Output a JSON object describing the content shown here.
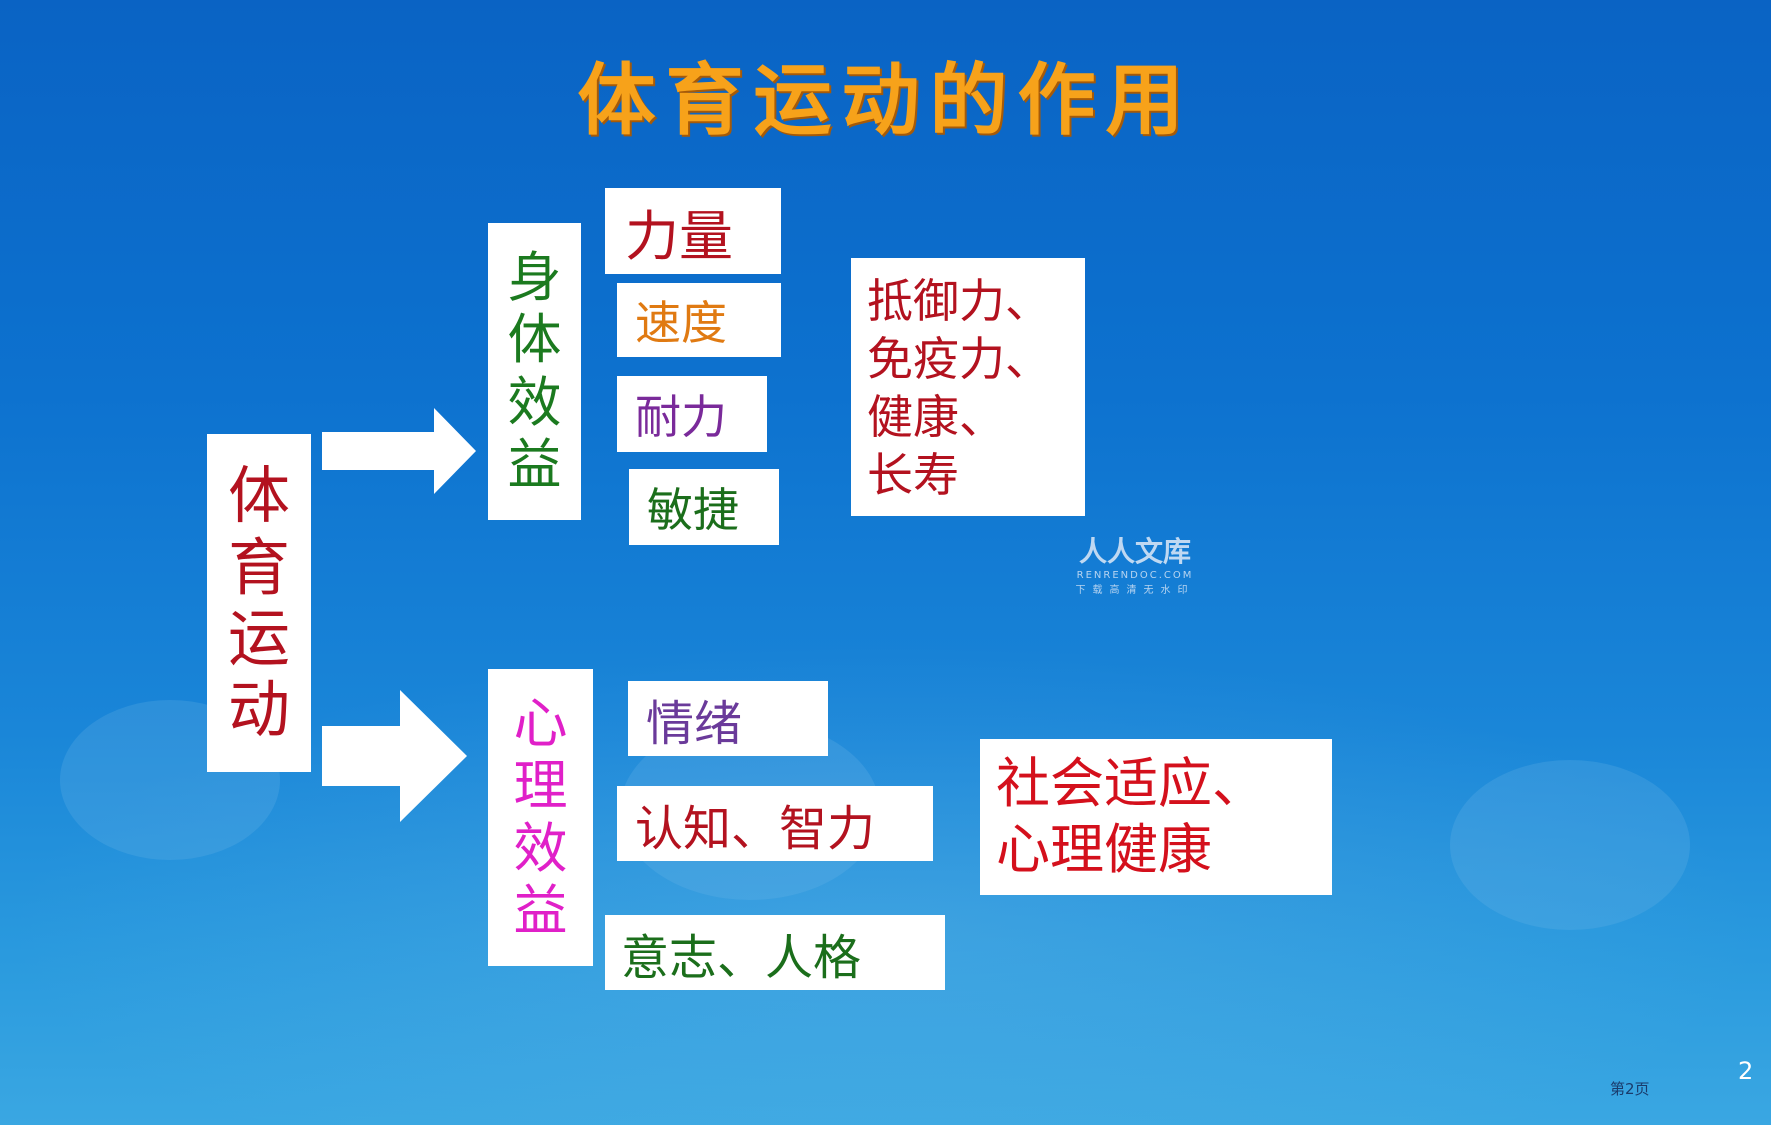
{
  "title": "体育运动的作用",
  "root": {
    "chars": [
      "体",
      "育",
      "运",
      "动"
    ],
    "color": "#b3121f"
  },
  "physical": {
    "chars": [
      "身",
      "体",
      "效",
      "益"
    ],
    "color": "#1b7a1f",
    "items": [
      {
        "label": "力量",
        "color": "#b3121f"
      },
      {
        "label": "速度",
        "color": "#e07a12"
      },
      {
        "label": "耐力",
        "color": "#7a2a9a"
      },
      {
        "label": "敏捷",
        "color": "#1b6e1b"
      }
    ],
    "result_lines": [
      "抵御力、",
      "免疫力、",
      "健康、",
      "长寿"
    ],
    "result_color": "#b3121f"
  },
  "mental": {
    "chars": [
      "心",
      "理",
      "效",
      "益"
    ],
    "color": "#e020c8",
    "items": [
      {
        "label": "情绪",
        "color": "#6a3a9a"
      },
      {
        "label": "认知、智力",
        "color": "#b3121f"
      },
      {
        "label": "意志、人格",
        "color": "#1b6e1b"
      }
    ],
    "result_lines": [
      "社会适应、",
      "心理健康"
    ],
    "result_color": "#d4101c"
  },
  "watermark": {
    "name": "人人文库",
    "domain": "RENRENDOC.COM",
    "slogan": "下载高清无水印"
  },
  "page_label": "第2页",
  "page_number": "2"
}
